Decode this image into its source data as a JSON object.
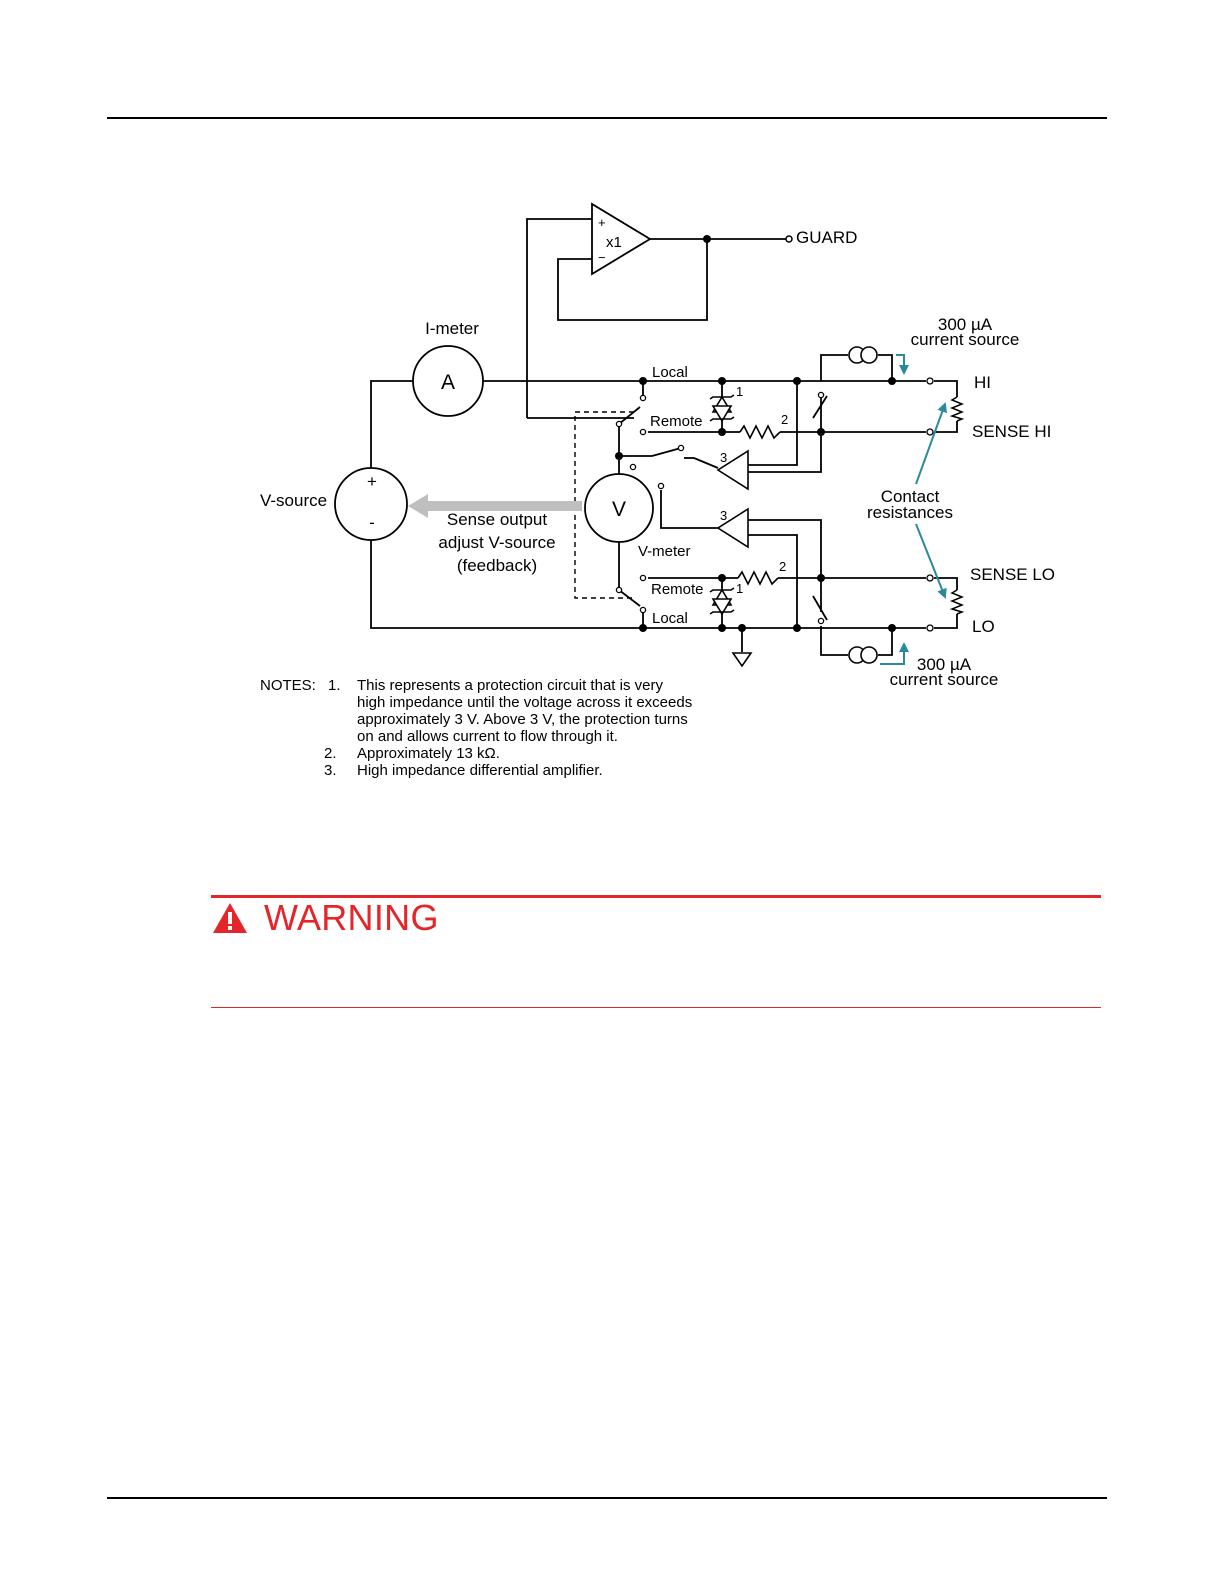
{
  "diagram": {
    "labels": {
      "guard": "GUARD",
      "buffer_plus": "+",
      "buffer_gain": "x1",
      "buffer_minus": "−",
      "imeter": "I-meter",
      "ammeter_symbol": "A",
      "voltmeter_symbol": "V",
      "vmeter": "V-meter",
      "vsource": "V-source",
      "vsource_plus": "+",
      "vsource_minus": "-",
      "sense_output_1": "Sense output",
      "sense_output_2": "adjust V-source",
      "sense_output_3": "(feedback)",
      "local_top": "Local",
      "remote_top": "Remote",
      "remote_bottom": "Remote",
      "local_bottom": "Local",
      "note_zener_top": "1",
      "note_zener_bottom": "1",
      "note_res_top": "2",
      "note_res_bottom": "2",
      "note_amp_top": "3",
      "note_amp_bottom": "3",
      "cs_top_1": "300 µA",
      "cs_top_2": "current source",
      "cs_bottom_1": "300 µA",
      "cs_bottom_2": "current source",
      "hi": "HI",
      "sense_hi": "SENSE HI",
      "sense_lo": "SENSE LO",
      "lo": "LO",
      "contact_1": "Contact",
      "contact_2": "resistances"
    },
    "notes": {
      "prefix": "NOTES:",
      "items": [
        {
          "num": "1.",
          "lines": [
            "This represents a protection circuit that is very",
            "high impedance until the voltage across it exceeds",
            "approximately 3 V. Above 3 V, the protection turns",
            "on and allows current to flow through it."
          ]
        },
        {
          "num": "2.",
          "lines": [
            "Approximately 13 kΩ."
          ]
        },
        {
          "num": "3.",
          "lines": [
            "High impedance differential amplifier."
          ]
        }
      ]
    }
  },
  "warning": {
    "label": "WARNING",
    "icon": "warning-triangle-icon",
    "color": "#e4262b"
  },
  "colors": {
    "arrow_teal": "#2a8a9c",
    "feedback_arrow": "#bfbfbf"
  }
}
